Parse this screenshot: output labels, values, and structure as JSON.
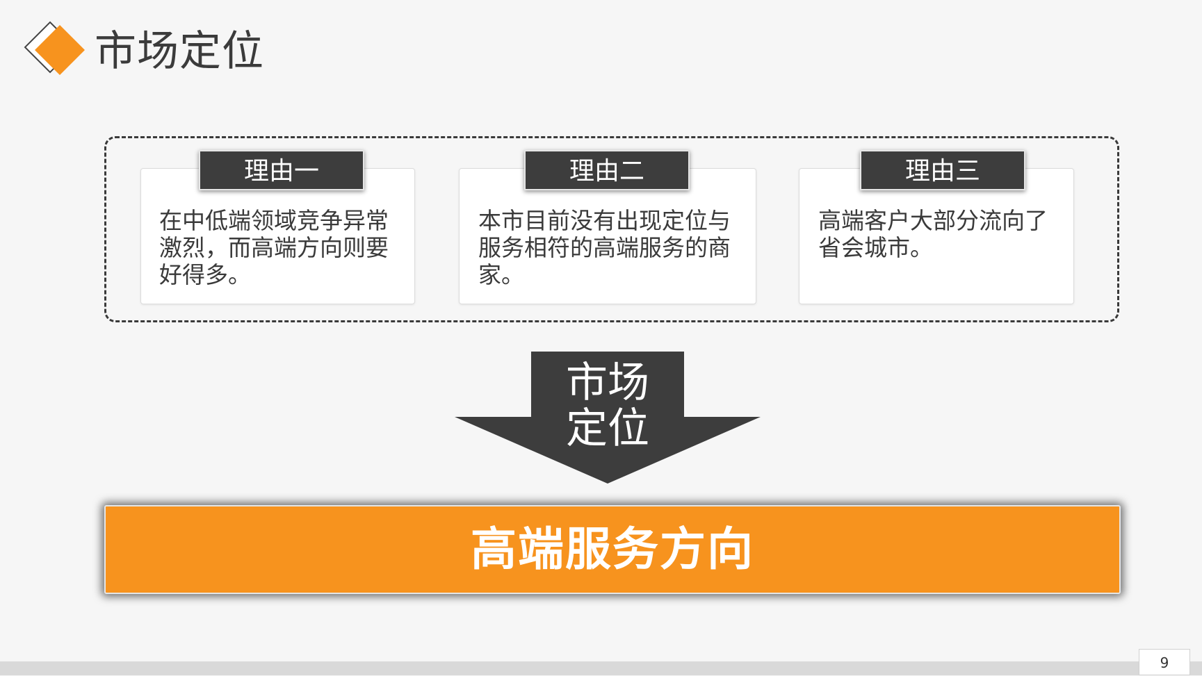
{
  "slide": {
    "title": "市场定位",
    "reasons": [
      {
        "tag": "理由一",
        "text": "在中低端领域竞争异常激烈，而高端方向则要好得多。"
      },
      {
        "tag": "理由二",
        "text": "本市目前没有出现定位与服务相符的高端服务的商家。"
      },
      {
        "tag": "理由三",
        "text": "高端客户大部分流向了省会城市。"
      }
    ],
    "arrow_label_line1": "市场",
    "arrow_label_line2": "定位",
    "result": "高端服务方向",
    "page_number": "9"
  },
  "colors": {
    "accent_orange": "#f7931e",
    "dark_gray": "#3d3d3d",
    "background": "#f6f6f6",
    "text": "#3b3b3b"
  },
  "icons": {
    "logo": "orange-diamond-icon"
  }
}
